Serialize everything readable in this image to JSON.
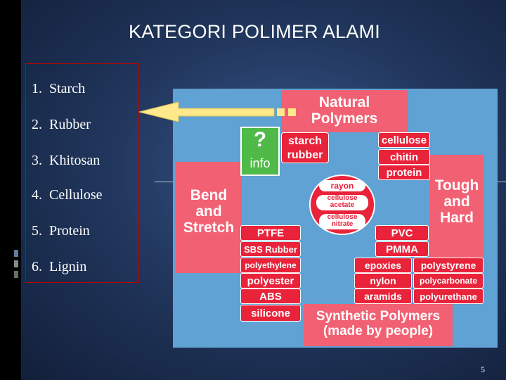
{
  "slide": {
    "title": "KATEGORI POLIMER ALAMI",
    "page_number": "5"
  },
  "list": {
    "items": [
      {
        "num": "1.",
        "label": "Starch"
      },
      {
        "num": "2.",
        "label": "Rubber"
      },
      {
        "num": "3.",
        "label": "Khitosan"
      },
      {
        "num": "4.",
        "label": "Cellulose"
      },
      {
        "num": "5.",
        "label": "Protein"
      },
      {
        "num": "6.",
        "label": "Lignin"
      }
    ]
  },
  "diagram": {
    "natural": {
      "line1": "Natural",
      "line2": "Polymers"
    },
    "bend": {
      "line1": "Bend",
      "line2": "and",
      "line3": "Stretch"
    },
    "tough": {
      "line1": "Tough",
      "line2": "and",
      "line3": "Hard"
    },
    "synthetic": {
      "line1": "Synthetic Polymers",
      "line2": "(made by people)"
    },
    "info": {
      "symbol": "?",
      "label": "info"
    },
    "natural_left": {
      "a": "starch",
      "b": "rubber"
    },
    "natural_right": {
      "a": "cellulose",
      "b": "chitin",
      "c": "protein"
    },
    "center": {
      "rayon": "rayon",
      "acetate_1": "cellulose",
      "acetate_2": "acetate",
      "nitrate_1": "cellulose",
      "nitrate_2": "nitrate"
    },
    "bend_items": [
      "PTFE",
      "SBS Rubber",
      "polyethylene",
      "polyester",
      "ABS",
      "silicone"
    ],
    "tough_items": [
      "PVC",
      "PMMA"
    ],
    "grid_left": [
      "epoxies",
      "nylon",
      "aramids"
    ],
    "grid_right": [
      "polystyrene",
      "polycarbonate",
      "polyurethane"
    ]
  },
  "colors": {
    "panel": "#f26073",
    "cell": "#e8233a",
    "diagram_bg": "#5fa2d3",
    "info": "#4fba48",
    "arrow": "#ffe98a"
  }
}
